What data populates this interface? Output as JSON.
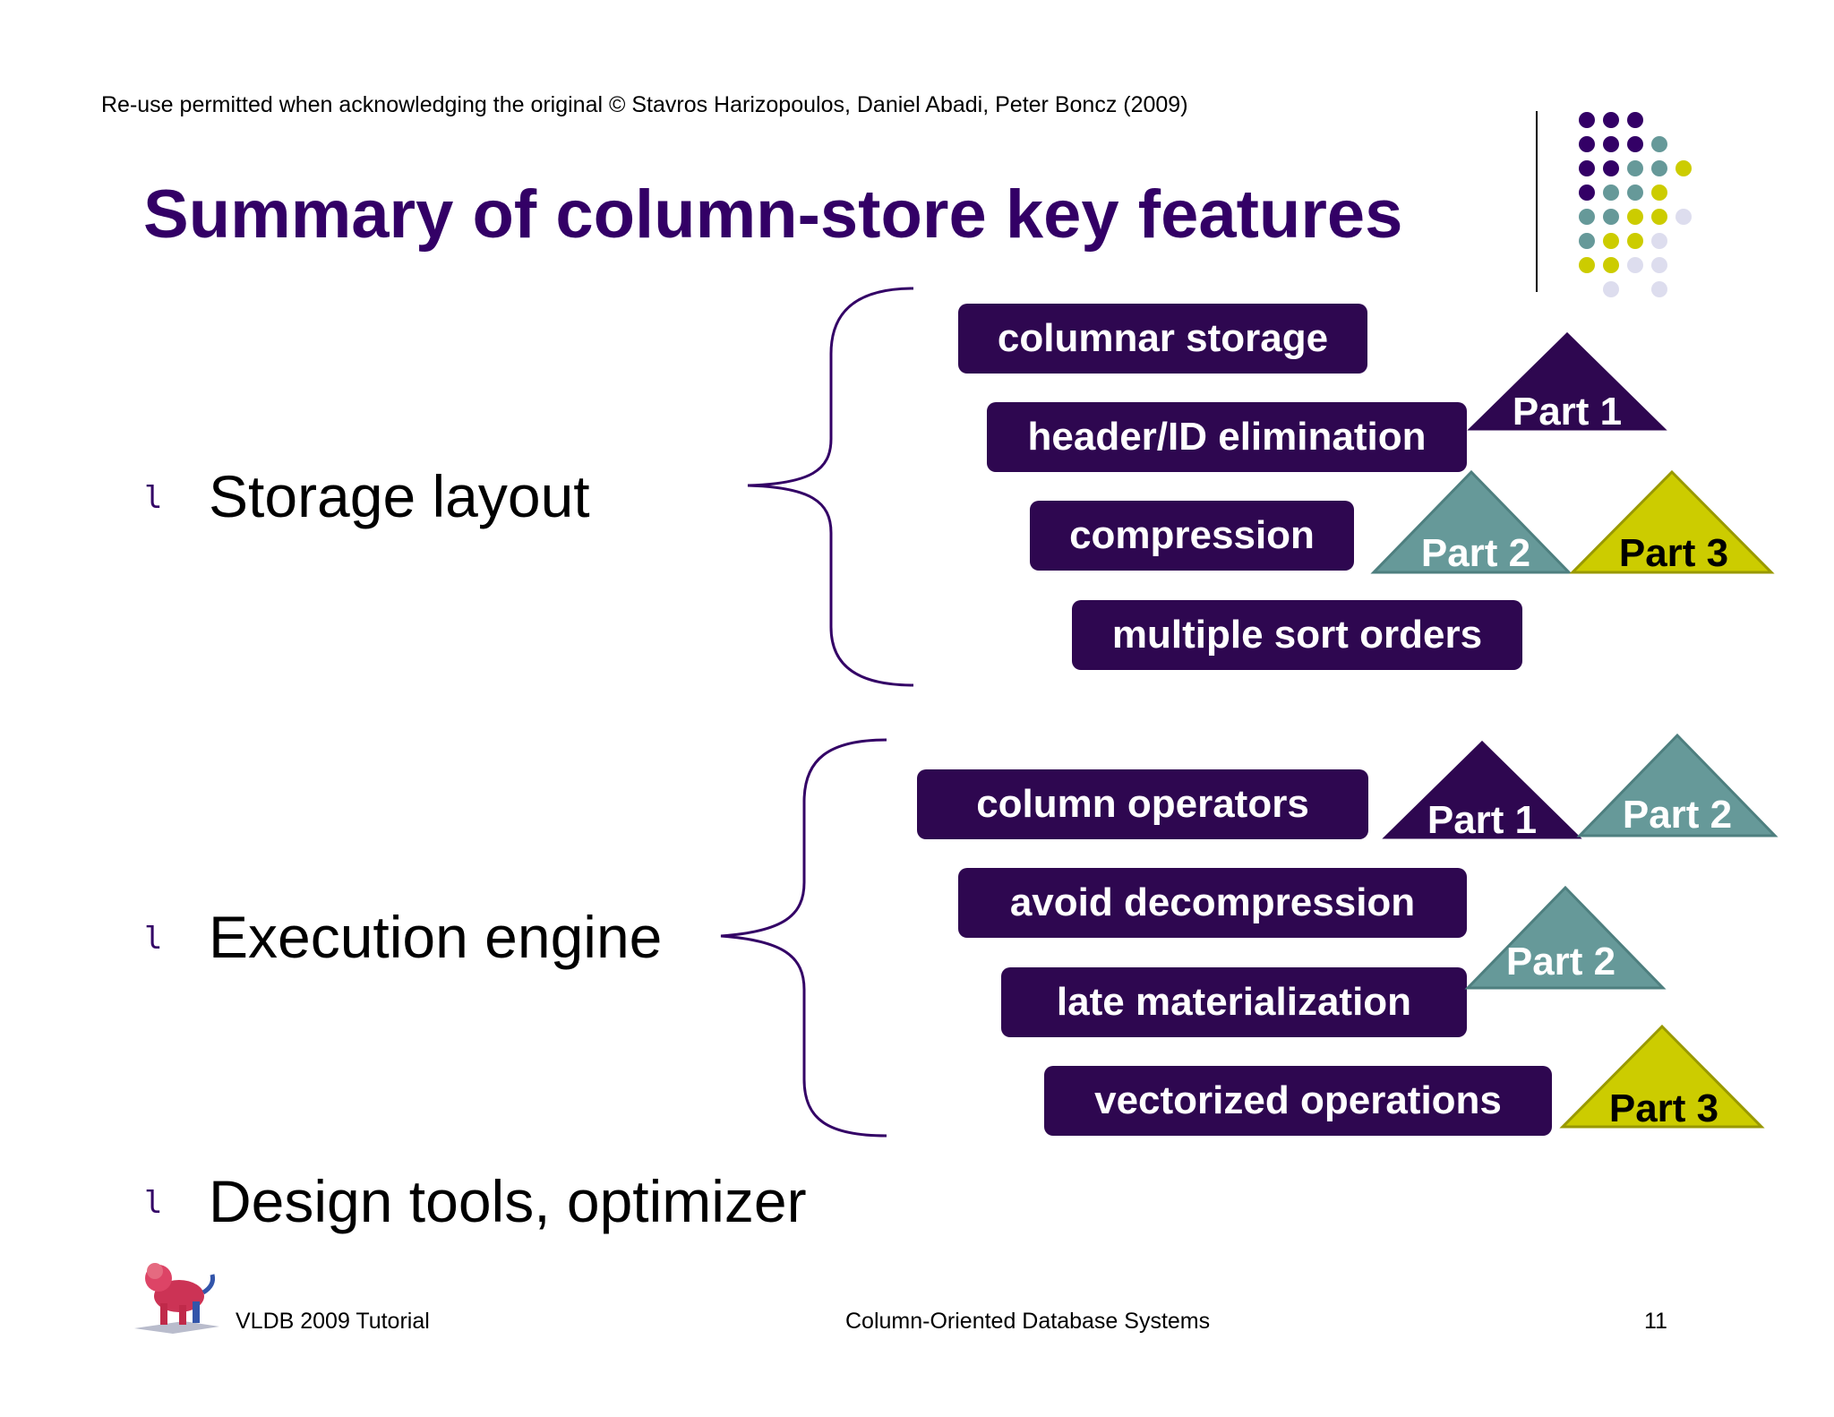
{
  "header": {
    "copyright": "Re-use permitted when acknowledging the original © Stavros Harizopoulos, Daniel Abadi, Peter Boncz (2009)",
    "title": "Summary of column-store key features"
  },
  "bullets": [
    {
      "marker": "l",
      "text": "Storage layout"
    },
    {
      "marker": "l",
      "text": "Execution engine"
    },
    {
      "marker": "l",
      "text": "Design tools, optimizer"
    }
  ],
  "storage_features": [
    "columnar storage",
    "header/ID elimination",
    "compression",
    "multiple sort orders"
  ],
  "execution_features": [
    "column operators",
    "avoid decompression",
    "late materialization",
    "vectorized operations"
  ],
  "part_labels": {
    "p1a": "Part 1",
    "p2a": "Part 2",
    "p3a": "Part 3",
    "p1b": "Part 1",
    "p2b": "Part 2",
    "p2c": "Part 2",
    "p3b": "Part 3"
  },
  "colors": {
    "purple": "#330066",
    "dark_pill": "#2e0750",
    "teal": "#669999",
    "olive": "#cccc00",
    "lavender": "#ddddee"
  },
  "footer": {
    "left": "VLDB 2009 Tutorial",
    "center": "Column-Oriented Database Systems",
    "page_number": "11"
  }
}
